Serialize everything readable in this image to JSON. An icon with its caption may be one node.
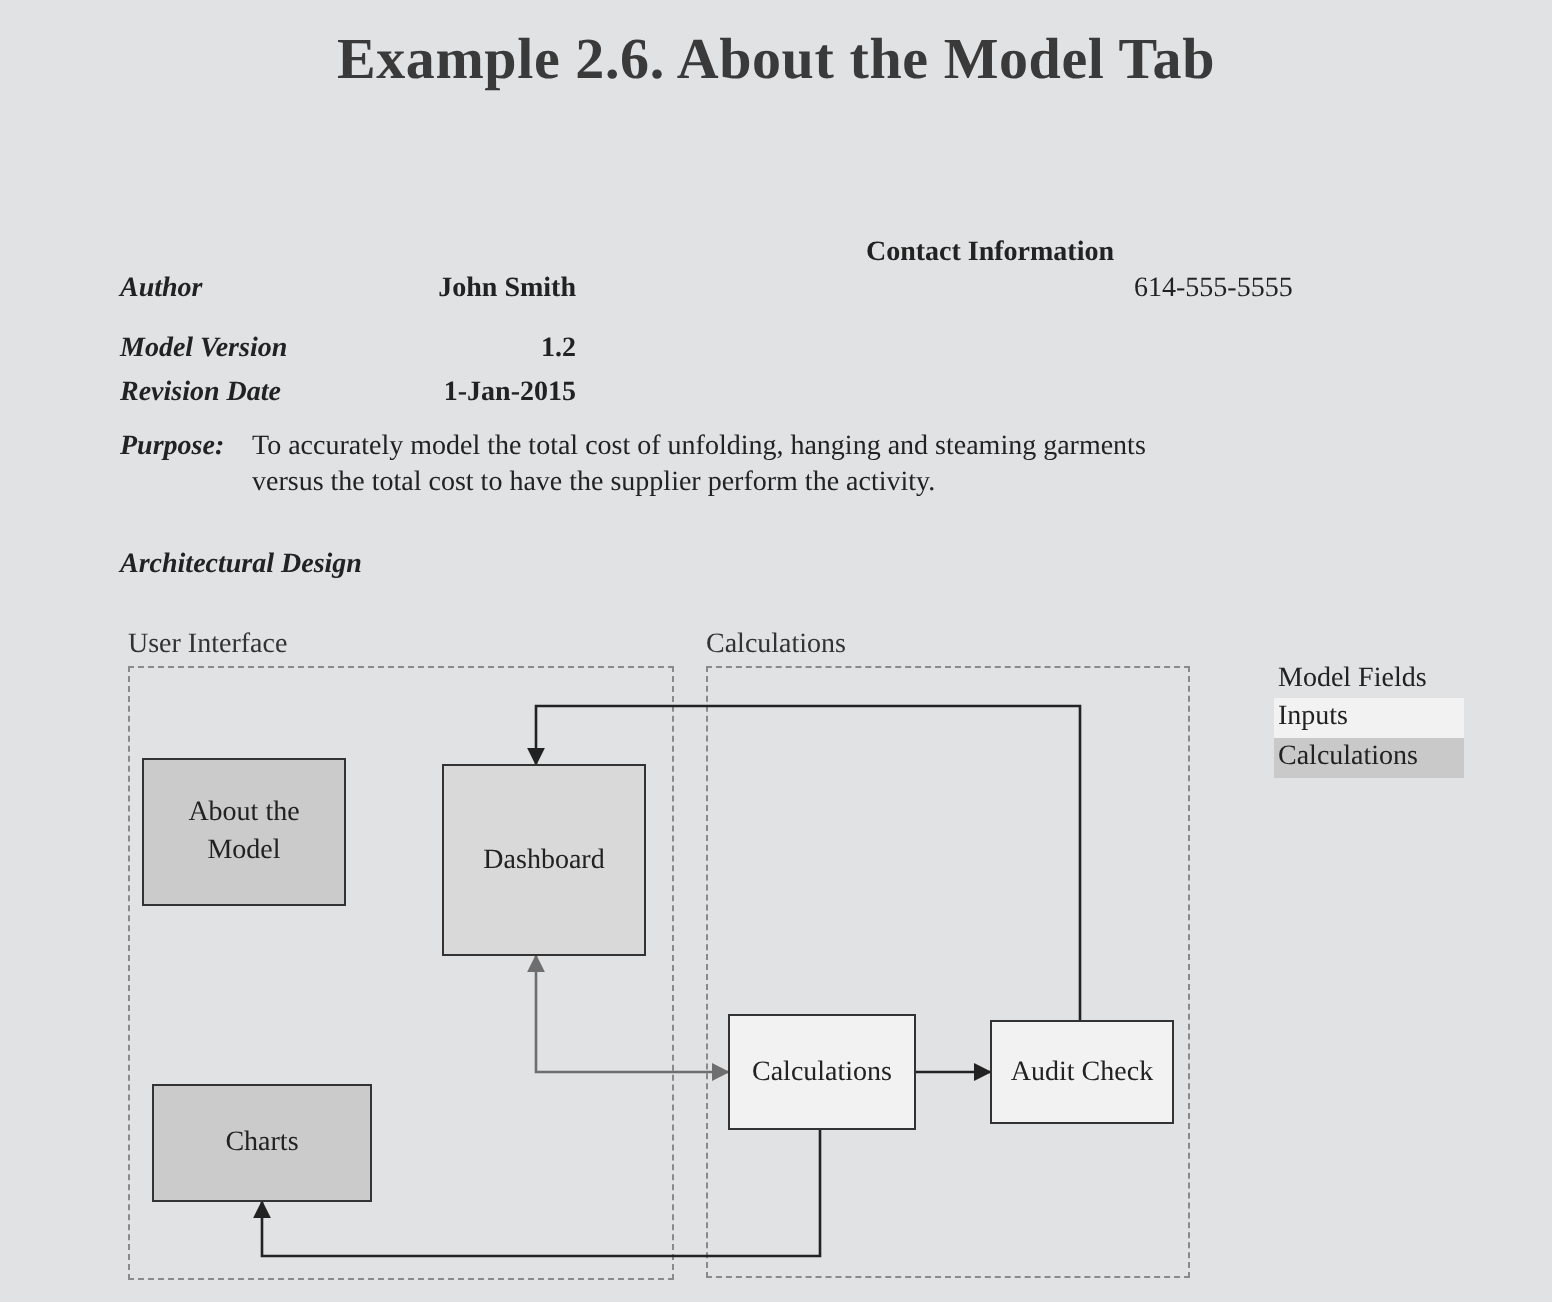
{
  "diagram": {
    "title": "Example 2.6. About the Model Tab",
    "nodes": [
      {
        "text": [
          "User Interface"
        ]
      },
      {
        "text": [
          "About the Model"
        ],
        "in": 0
      },
      {
        "text": [
          "Dashboard"
        ],
        "in": 0
      },
      {
        "text": [
          "Charts"
        ],
        "in": 0
      },
      {
        "text": [
          "Calculations"
        ]
      },
      {
        "text": [
          "Calculations"
        ],
        "in": 4
      },
      {
        "text": [
          "Audit Check"
        ],
        "in": 4
      }
    ],
    "edges": [
      {
        "from": 2,
        "to": 5,
        "arrow": "both",
        "color": "#6e6e6e"
      },
      {
        "from": 5,
        "to": 6,
        "arrow": "to"
      },
      {
        "from": 6,
        "to": 2,
        "arrow": "to"
      },
      {
        "from": 5,
        "to": 3,
        "arrow": "to"
      }
    ],
    "labels": [
      "Contact Information",
      "Author",
      "John Smith",
      "614-555-5555",
      "Model Version",
      "1.2",
      "Revision Date",
      "1-Jan-2015",
      "Purpose:",
      "To accurately model the total cost of unfolding, hanging and steaming garments versus the total cost to have the supplier perform the activity.",
      "Architectural Design",
      "Model Fields"
    ],
    "legend": [
      {
        "text": "Inputs",
        "color": "#f2f2f2"
      },
      {
        "text": "Calculations",
        "color": "#c9c9ca"
      }
    ]
  }
}
